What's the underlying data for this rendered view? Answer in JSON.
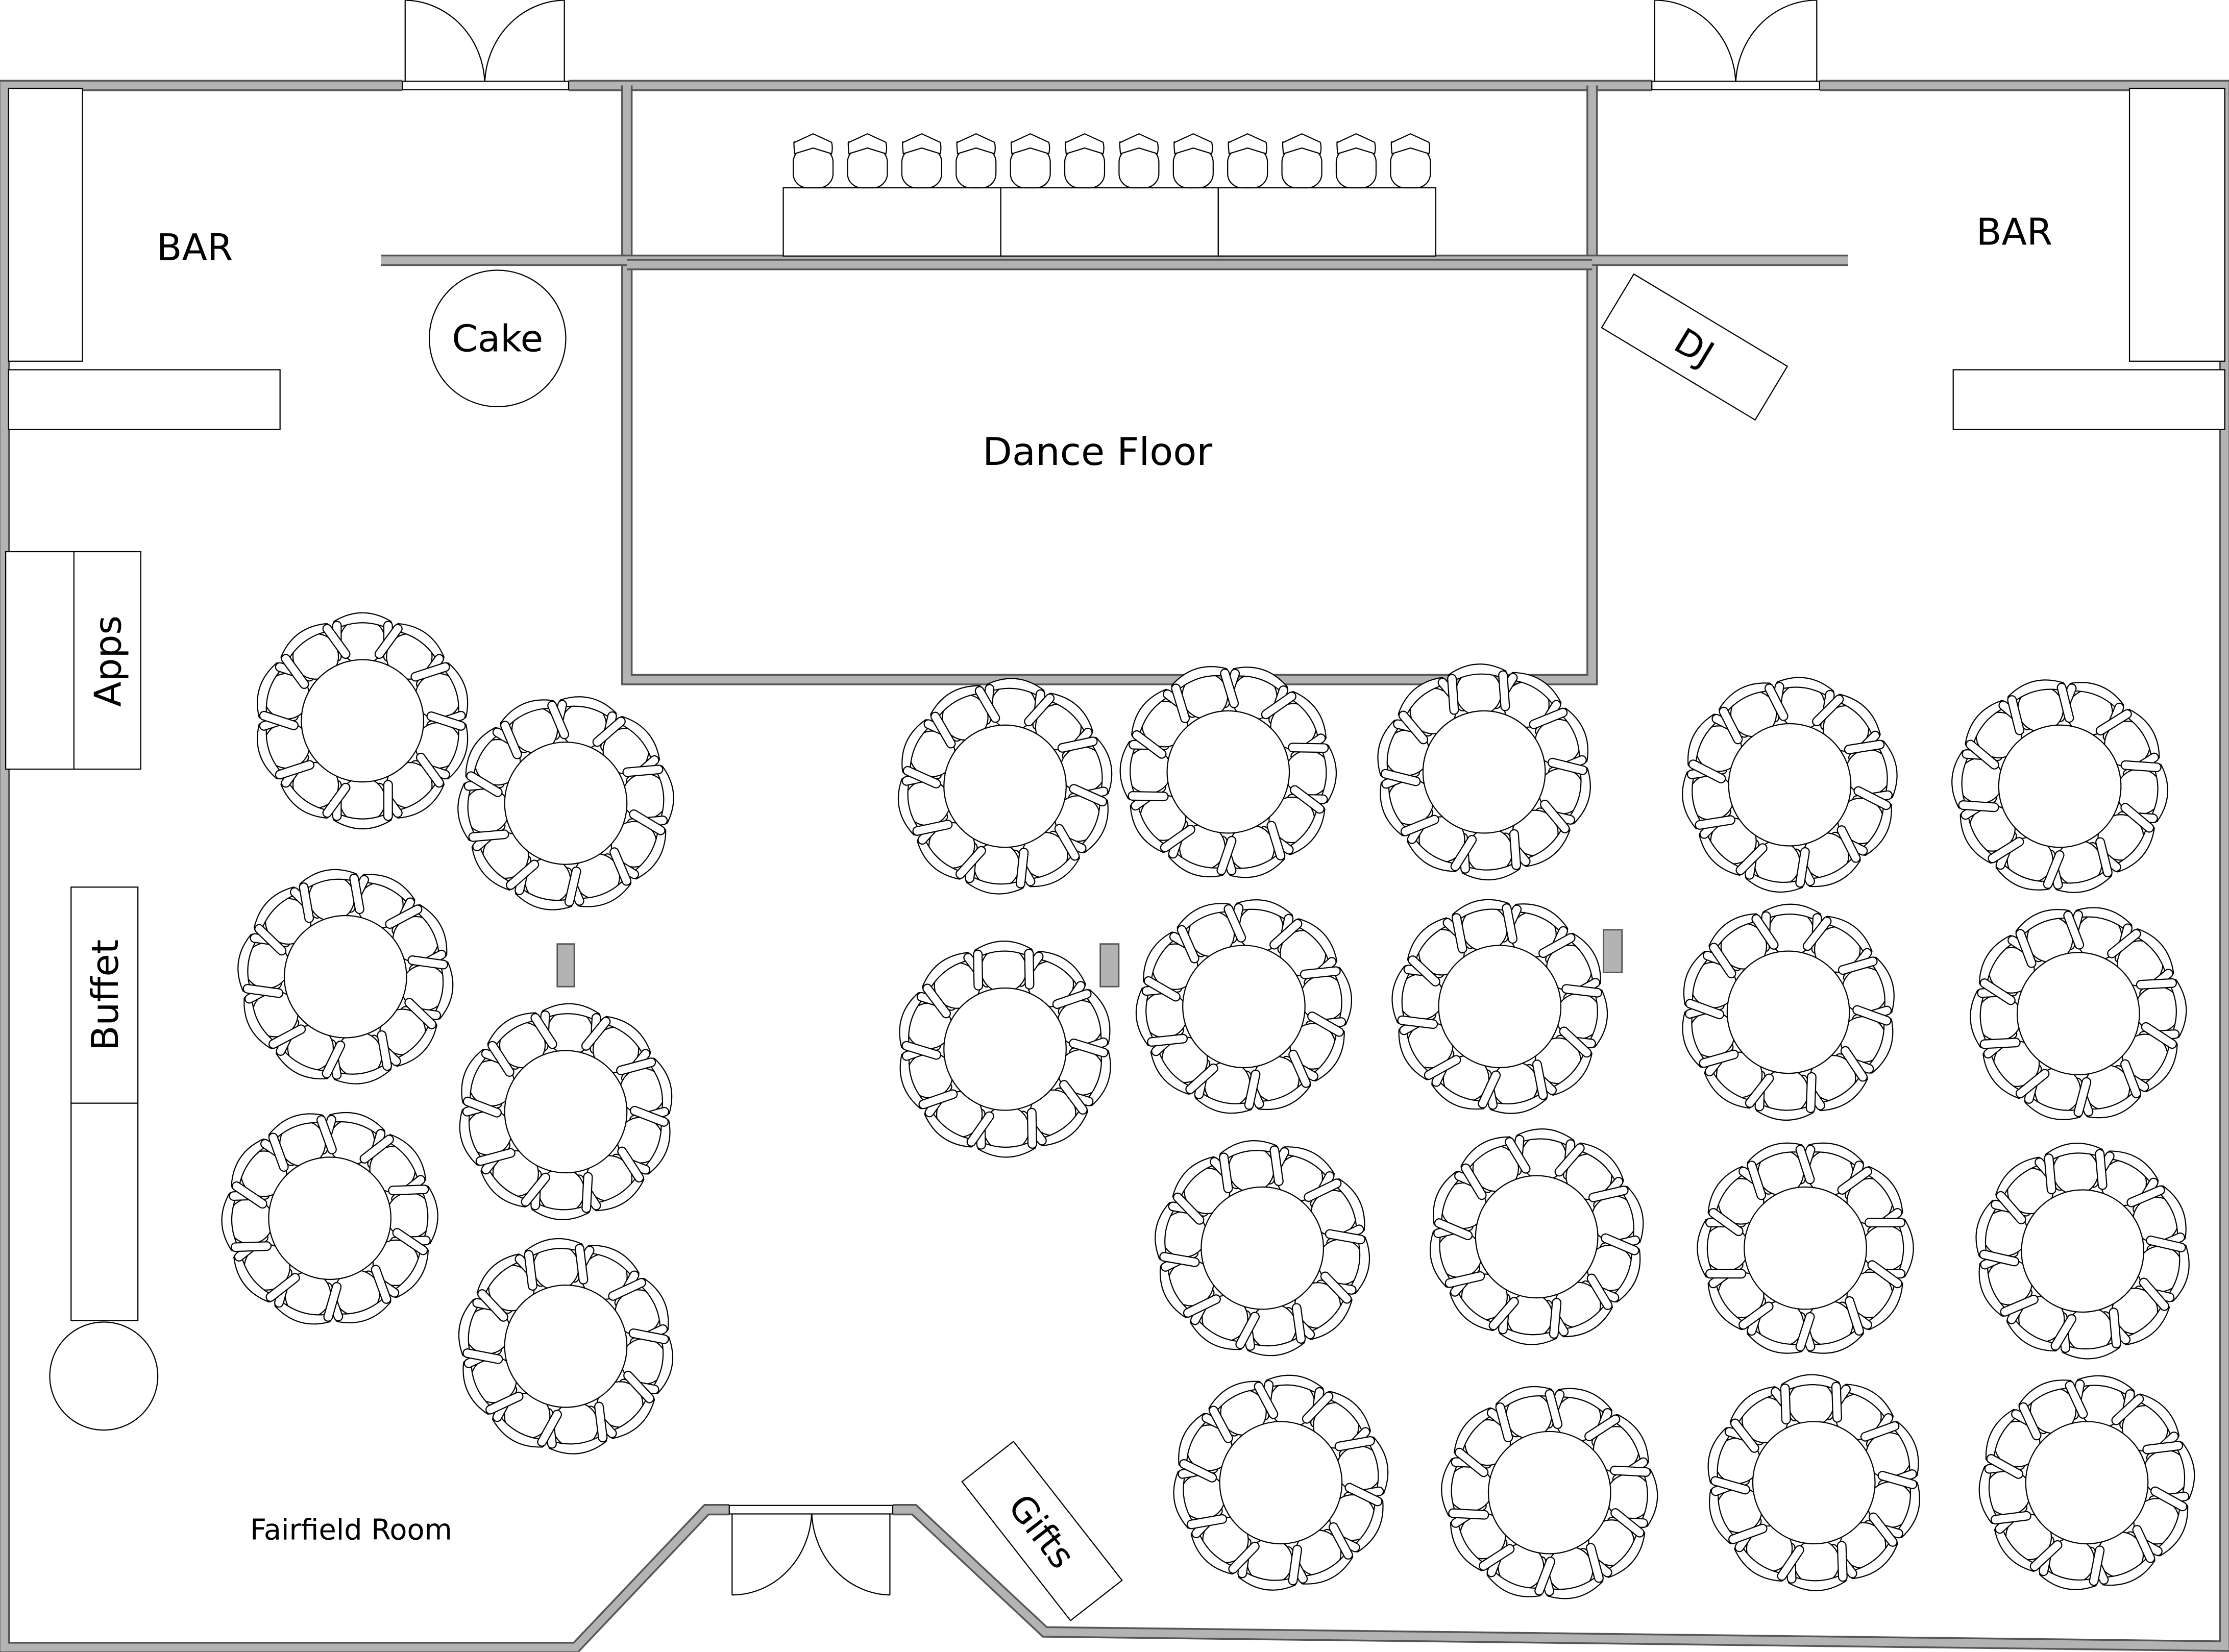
{
  "title": "Fairfield Room",
  "labels": {
    "bar_left": "BAR",
    "bar_right": "BAR",
    "cake": "Cake",
    "dance_floor": "Dance Floor",
    "dj": "DJ",
    "apps": "Apps",
    "buffet": "Buffet",
    "gifts": "Gifts",
    "room_name": "Fairfield Room"
  },
  "colors": {
    "wall": "#b3b3b3",
    "wall_edge": "#555555",
    "line": "#000000"
  },
  "counts": {
    "round_tables": 24,
    "chairs_per_table": 10,
    "head_table_chairs": 12,
    "head_table_sections": 3
  }
}
